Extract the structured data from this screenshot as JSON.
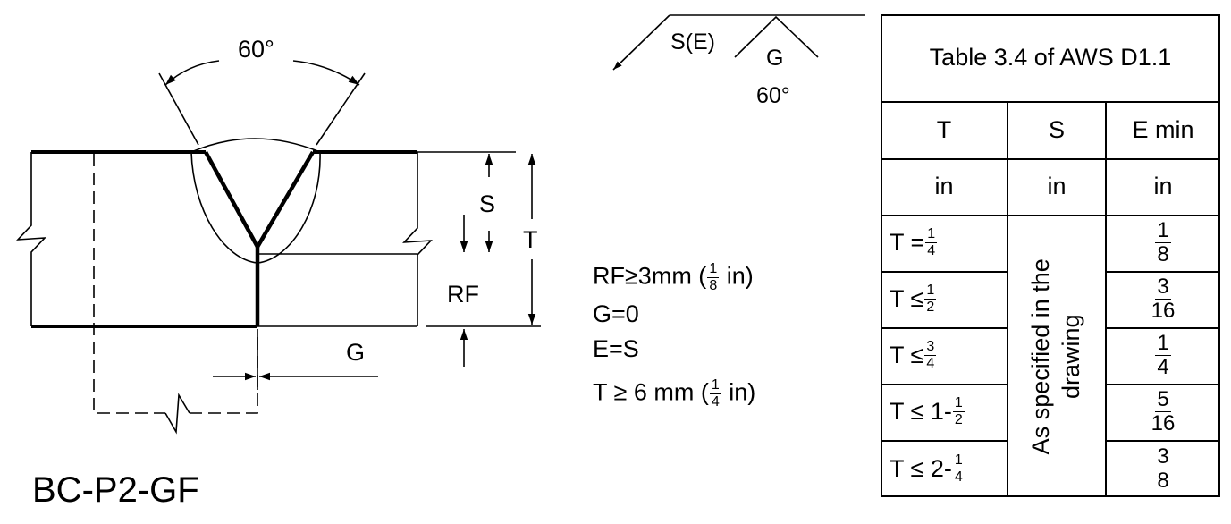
{
  "drawing": {
    "joint_label": "BC-P2-GF",
    "groove_angle_label": "60°",
    "dim_S": "S",
    "dim_T": "T",
    "dim_RF": "RF",
    "dim_G": "G",
    "symbol": {
      "size_label": "S(E)",
      "root_label": "G",
      "angle_label": "60°"
    }
  },
  "notes": {
    "rf": {
      "prefix": "RF≥3mm (",
      "num": "1",
      "den": "8",
      "suffix": " in)"
    },
    "g": "G=0",
    "e": "E=S",
    "t": {
      "prefix": "T ≥ 6 mm (",
      "num": "1",
      "den": "4",
      "suffix": " in)"
    }
  },
  "table": {
    "title": "Table 3.4 of AWS D1.1",
    "headers": [
      "T",
      "S",
      "E min"
    ],
    "units": [
      "in",
      "in",
      "in"
    ],
    "merged_s_text_line1": "As specified in the",
    "merged_s_text_line2": "drawing",
    "rows": [
      {
        "t_prefix": "T = ",
        "t_num": "1",
        "t_den": "4",
        "e_num": "1",
        "e_den": "8"
      },
      {
        "t_prefix": "T ≤ ",
        "t_num": "1",
        "t_den": "2",
        "e_num": "3",
        "e_den": "16"
      },
      {
        "t_prefix": "T ≤ ",
        "t_num": "3",
        "t_den": "4",
        "e_num": "1",
        "e_den": "4"
      },
      {
        "t_prefix": "T ≤ 1- ",
        "t_num": "1",
        "t_den": "2",
        "e_num": "5",
        "e_den": "16"
      },
      {
        "t_prefix": "T ≤ 2- ",
        "t_num": "1",
        "t_den": "4",
        "e_num": "3",
        "e_den": "8"
      }
    ]
  }
}
